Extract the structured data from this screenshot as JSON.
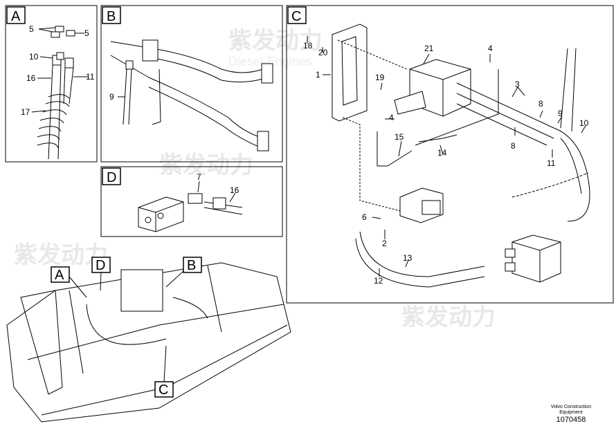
{
  "panels": {
    "a": "A",
    "b": "B",
    "c": "C",
    "d": "D"
  },
  "callouts_a": [
    "5",
    "5",
    "10",
    "16",
    "11",
    "17"
  ],
  "callouts_b": [
    "9"
  ],
  "callouts_d": [
    "7",
    "16"
  ],
  "callouts_c": [
    "18",
    "20",
    "21",
    "4",
    "1",
    "19",
    "3",
    "8",
    "4",
    "9",
    "10",
    "15",
    "14",
    "8",
    "11",
    "6",
    "2",
    "13",
    "12"
  ],
  "overview_markers": [
    "A",
    "D",
    "B",
    "C"
  ],
  "footer": {
    "company_line1": "Volvo Construction",
    "company_line2": "Equipment",
    "part_number": "1070458"
  },
  "watermark": {
    "brand": "紫发动力",
    "sub": "Diesel-Engines"
  }
}
